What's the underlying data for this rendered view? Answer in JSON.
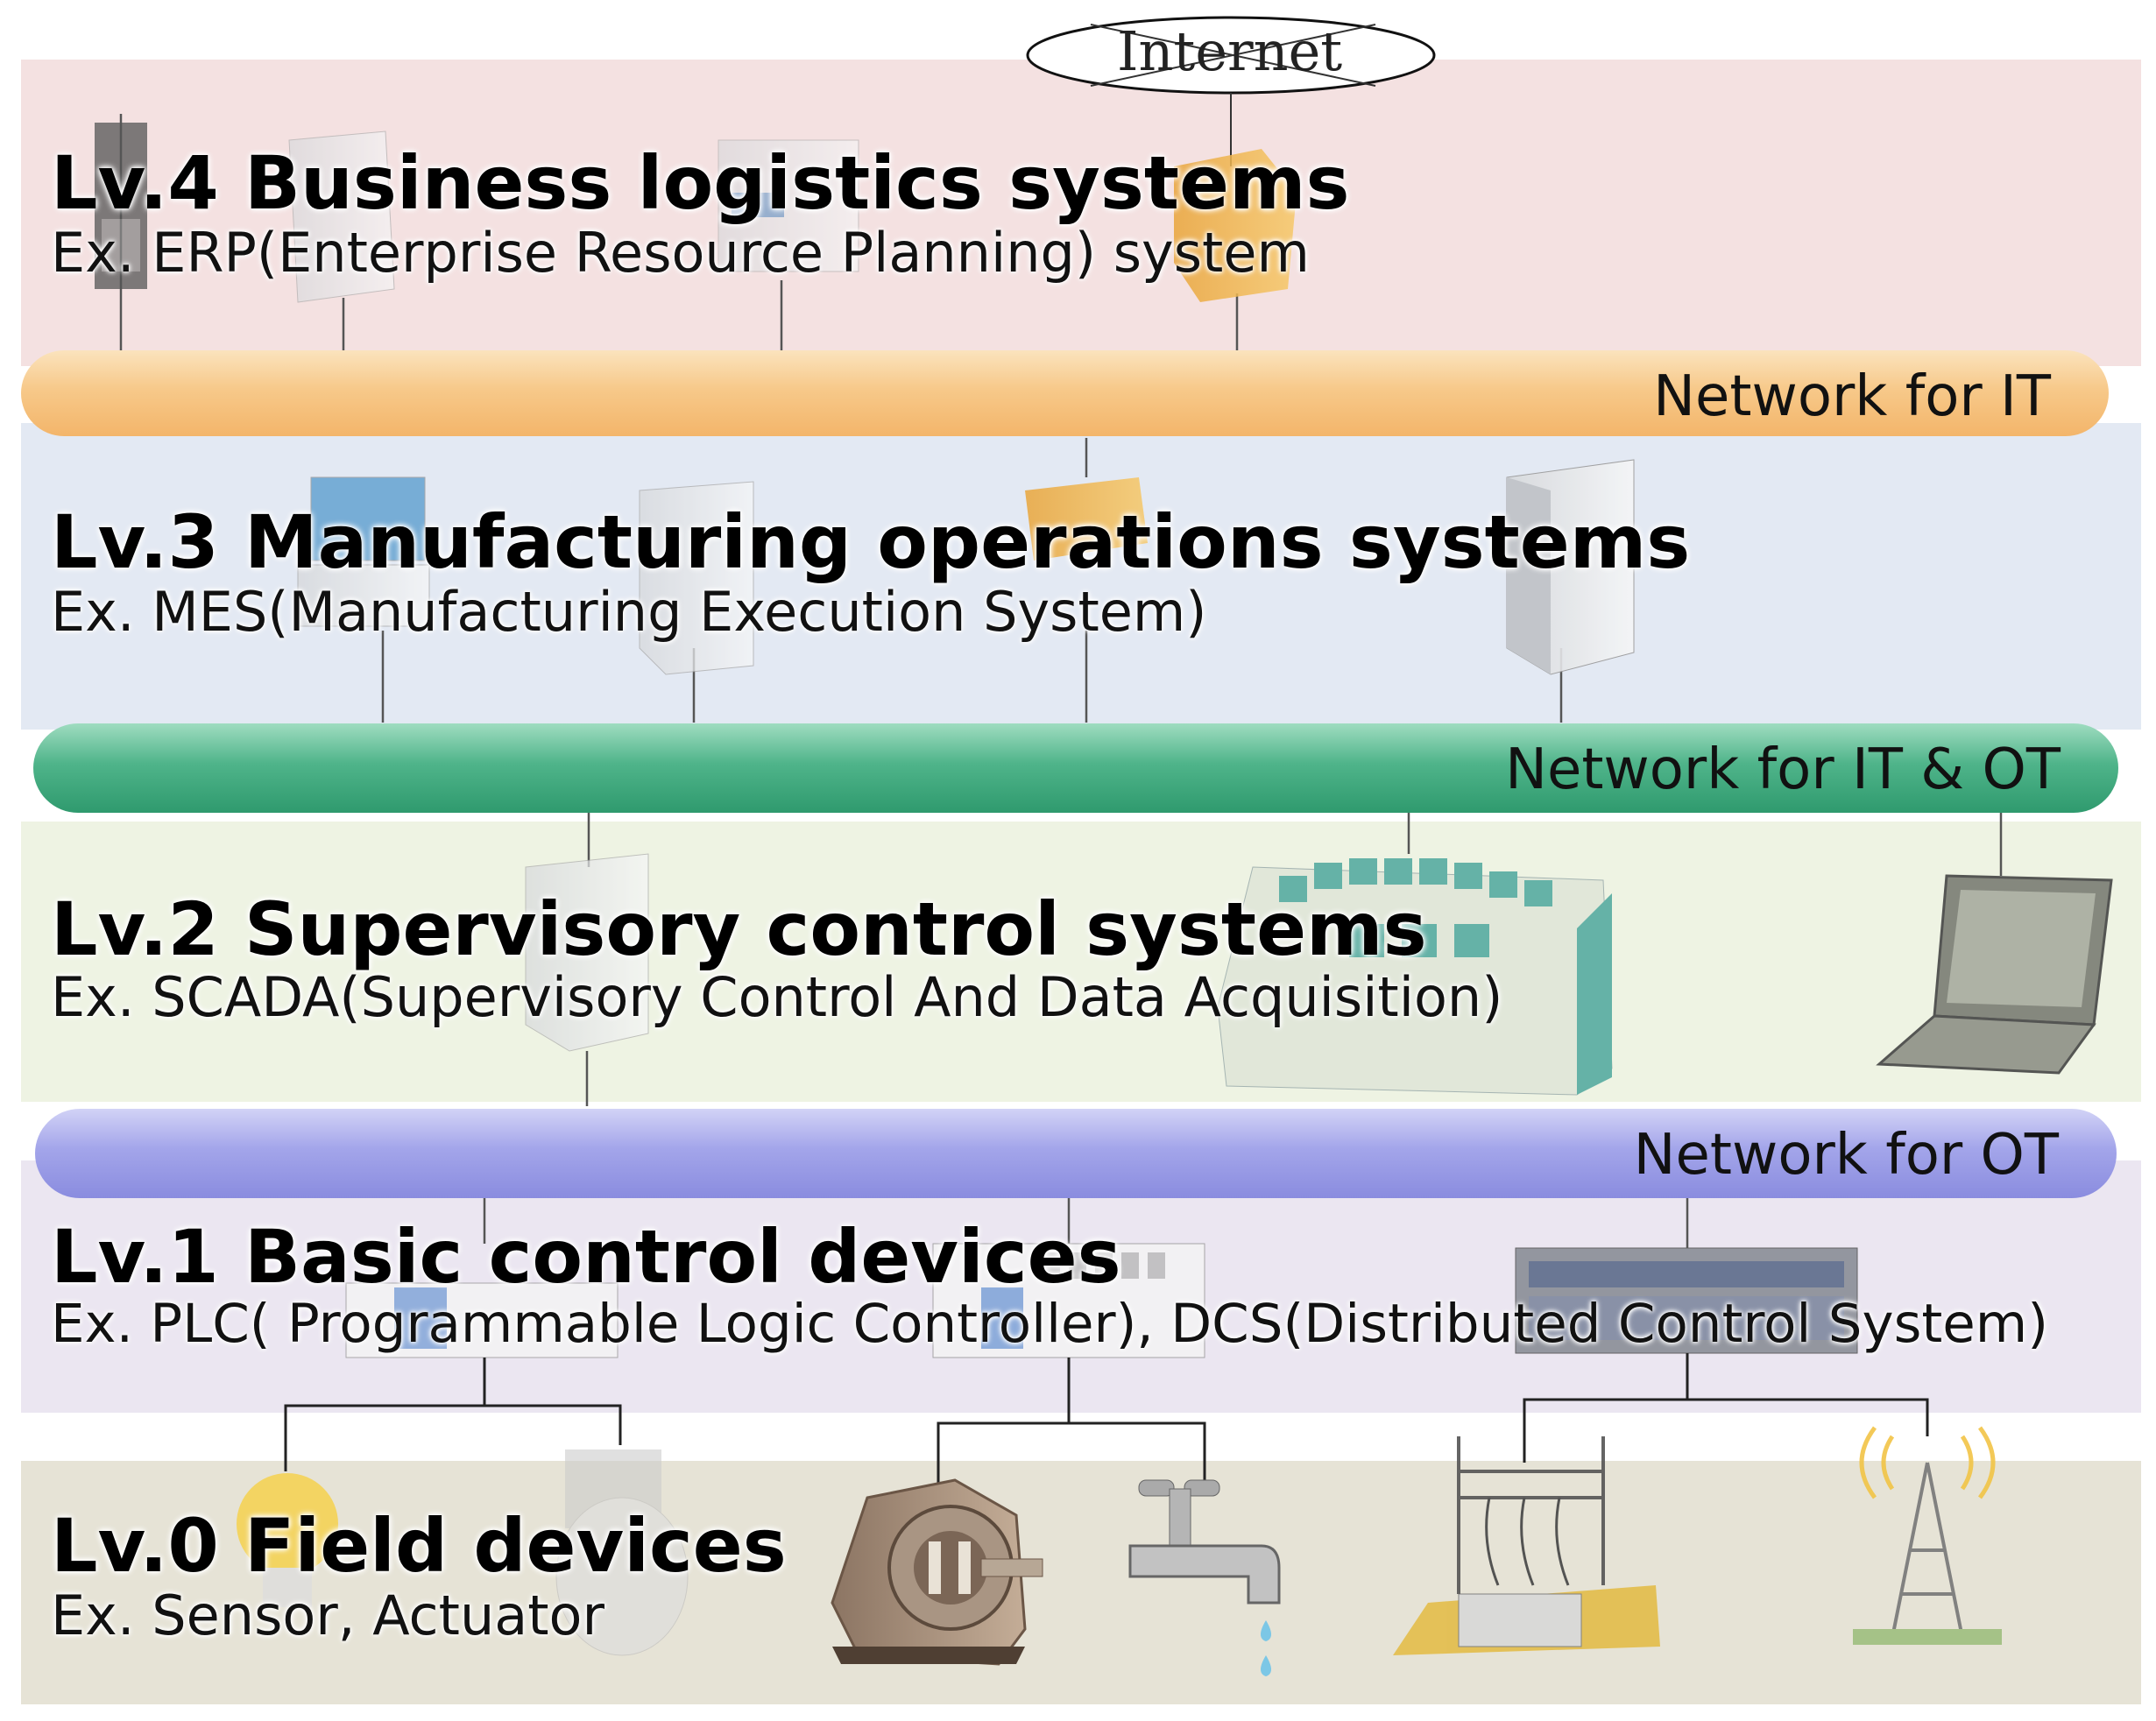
{
  "colors": {
    "lv4_band": "#f4e1e1",
    "lv3_band": "#e3e9f3",
    "lv2_band": "#eef3e3",
    "lv1_band": "#ebe6f1",
    "lv0_band": "#e6e3d6",
    "network_it": "#f7c98a",
    "network_it_ot": "#4fb48a",
    "network_ot": "#a3a5ea"
  },
  "internet": {
    "label": "Internet"
  },
  "levels": [
    {
      "title": "Lv.4 Business logistics systems",
      "example": "Ex.  ERP(Enterprise  Resource Planning) system"
    },
    {
      "title": "Lv.3 Manufacturing operations systems",
      "example": "Ex. MES(Manufacturing Execution System)"
    },
    {
      "title": "Lv.2 Supervisory control systems",
      "example": "Ex. SCADA(Supervisory Control And Data Acquisition)"
    },
    {
      "title": "Lv.1 Basic control devices",
      "example": "Ex. PLC( Programmable Logic Controller), DCS(Distributed Control System)"
    },
    {
      "title": "Lv.0 Field devices",
      "example": "Ex. Sensor, Actuator"
    }
  ],
  "networks": [
    {
      "label": "Network for IT"
    },
    {
      "label": "Network for IT & OT"
    },
    {
      "label": "Network for OT"
    }
  ],
  "icons": {
    "lv4": [
      "server-icon",
      "pc-icon",
      "mainframe-icon",
      "firewall-icon"
    ],
    "lv3": [
      "pc-icon",
      "server-icon",
      "firewall-icon",
      "server-tower-icon"
    ],
    "lv2": [
      "server-icon",
      "control-panel-icon",
      "laptop-icon"
    ],
    "lv1": [
      "plc-icon",
      "plc-icon",
      "dcs-rack-icon"
    ],
    "lv0": [
      "light-bulb-icon",
      "tank-icon",
      "motor-icon",
      "faucet-icon",
      "substation-icon",
      "antenna-tower-icon"
    ]
  }
}
